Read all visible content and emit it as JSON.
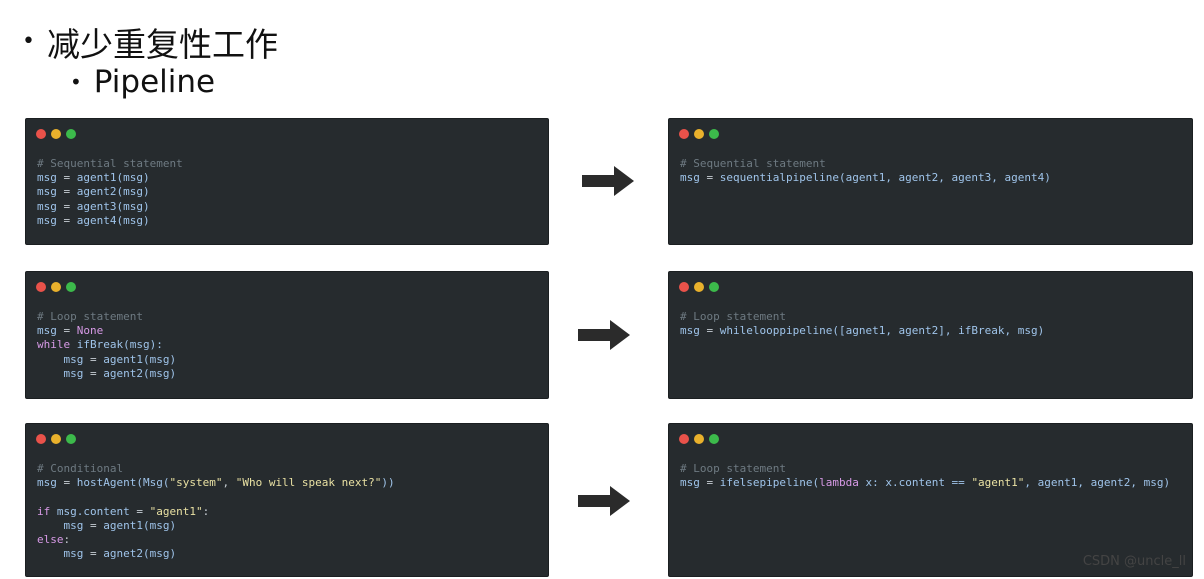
{
  "heading": {
    "bullet": "•",
    "title": "减少重复性工作"
  },
  "subheading": {
    "bullet": "•",
    "title": "Pipeline"
  },
  "rows": [
    {
      "left": {
        "comment": "# Sequential statement",
        "l1_var": "msg",
        "l1_eq": " = ",
        "l1_fn": "agent1(msg)",
        "l2_var": "msg",
        "l2_eq": " = ",
        "l2_fn": "agent2(msg)",
        "l3_var": "msg",
        "l3_eq": " = ",
        "l3_fn": "agent3(msg)",
        "l4_var": "msg",
        "l4_eq": " = ",
        "l4_fn": "agent4(msg)"
      },
      "right": {
        "comment": "# Sequential statement",
        "l1_var": "msg",
        "l1_eq": " = ",
        "l1_fn": "sequentialpipeline(agent1, agent2, agent3, agent4)"
      }
    },
    {
      "left": {
        "comment": "# Loop statement",
        "l1_var": "msg",
        "l1_eq": " = ",
        "l1_val": "None",
        "l2_kw": "while",
        "l2_fn": " ifBreak(msg):",
        "l3_var": "    msg",
        "l3_eq": " = ",
        "l3_fn": "agent1(msg)",
        "l4_var": "    msg",
        "l4_eq": " = ",
        "l4_fn": "agent2(msg)"
      },
      "right": {
        "comment": "# Loop statement",
        "l1_var": "msg",
        "l1_eq": " = ",
        "l1_fn": "whilelooppipeline([agnet1, agent2], ifBreak, msg)"
      }
    },
    {
      "left": {
        "comment": "# Conditional",
        "l1_var": "msg",
        "l1_eq": " = ",
        "l1_fn_a": "hostAgent(Msg(",
        "l1_s1": "\"system\"",
        "l1_c": ", ",
        "l1_s2": "\"Who will speak next?\"",
        "l1_end": "))",
        "l3_kw": "if",
        "l3_var": " msg.content",
        "l3_eq": " = ",
        "l3_str": "\"agent1\"",
        "l3_end": ":",
        "l4_var": "    msg",
        "l4_eq": " = ",
        "l4_fn": "agent1(msg)",
        "l5_kw": "else",
        "l5_end": ":",
        "l6_var": "    msg",
        "l6_eq": " = ",
        "l6_fn": "agnet2(msg)"
      },
      "right": {
        "comment": "# Loop statement",
        "l1_var": "msg",
        "l1_eq": " = ",
        "l1_fn_a": "ifelsepipeline(",
        "l1_kw": "lambda",
        "l1_mid": " x: x.content == ",
        "l1_str": "\"agent1\"",
        "l1_end": ", agent1, agent2, msg)"
      }
    }
  ],
  "icons": {
    "arrow": "arrow-right-icon"
  },
  "colors": {
    "window_bg": "#262b2e",
    "dot_red": "#e9524a",
    "dot_yellow": "#e9b12c",
    "dot_green": "#3cba4b"
  },
  "watermark": "CSDN @uncle_ll"
}
